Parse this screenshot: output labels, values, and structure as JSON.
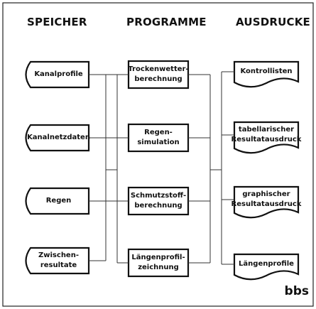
{
  "headers": {
    "speicher": "SPEICHER",
    "programme": "PROGRAMME",
    "ausdrucke": "AUSDRUCKE"
  },
  "speicher_items": [
    "Kanalprofile",
    "Kanalnetzdaten",
    "Regen",
    "Zwischen-\nresultate"
  ],
  "programme_items": [
    "Trockenwetter-\nberechnung",
    "Regen-\nsimulation",
    "Schmutzstoff-\nberechnung",
    "Längenprofil-\nzeichnung"
  ],
  "ausdrucke_items": [
    "Kontrollisten",
    "tabellarischer\nResultatausdruck",
    "graphischer\nResultatausdruck",
    "Längenprofile"
  ],
  "logo": "bbs"
}
